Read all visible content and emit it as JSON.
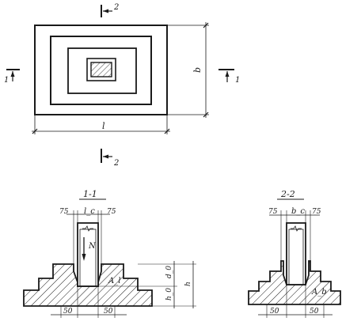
{
  "plan": {
    "section_1_left": "1",
    "section_1_right": "1",
    "section_2_top": "2",
    "section_2_bottom": "2",
    "dim_length": "l",
    "dim_width": "b"
  },
  "section_1_1": {
    "title": "1-1",
    "dim_left_75": "75",
    "dim_right_75": "75",
    "dim_column": "l_c",
    "force": "N",
    "area": "A_l",
    "depth_d0": "d_0",
    "depth_h": "h",
    "depth_h0": "h_0",
    "dim_50_left": "50",
    "dim_50_right": "50"
  },
  "section_2_2": {
    "title": "2-2",
    "dim_left_75": "75",
    "dim_right_75": "75",
    "dim_column": "b_c",
    "area": "A_b",
    "dim_50_left": "50",
    "dim_50_right": "50"
  }
}
